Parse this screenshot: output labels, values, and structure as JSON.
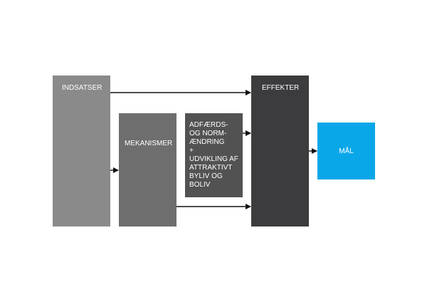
{
  "boxes": {
    "indsatser": "INDSATSER",
    "mekanismer": "MEKANISMER",
    "adfaerd": [
      "ADFÆRDS-",
      "OG NORM-",
      "ÆNDRING",
      "+",
      "UDVIKLING AF",
      "ATTRAKTIVT",
      "BYLIV OG",
      "BOLIV"
    ],
    "effekter": "EFFEKTER",
    "maal": "MÅL"
  },
  "colors": {
    "indsatser": "#8a8a8a",
    "mekanismer": "#6e6e6e",
    "adfaerd": "#525252",
    "effekter": "#3c3c3e",
    "maal": "#0aa7e8",
    "arrow": "#111111"
  }
}
